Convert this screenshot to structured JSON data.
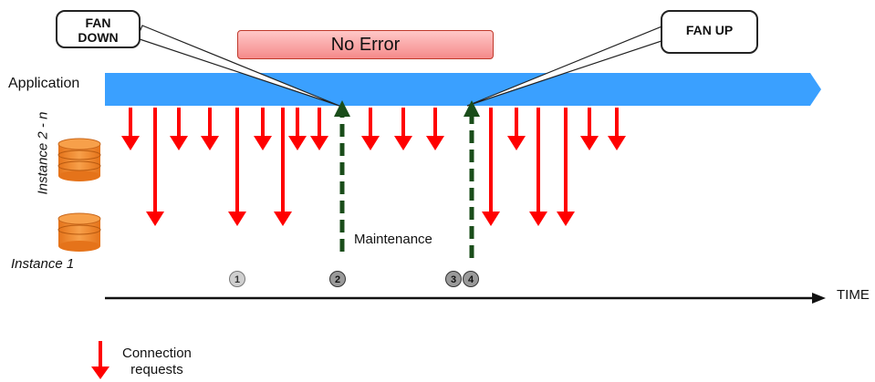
{
  "callouts": {
    "fan_down": "FAN\nDOWN",
    "fan_up": "FAN UP"
  },
  "status_banner": "No Error",
  "application_label": "Application",
  "instances": {
    "group_label": "Instance 2 - n",
    "single_label": "Instance 1"
  },
  "maintenance_label": "Maintenance",
  "timeline": {
    "axis_label": "TIME",
    "markers": [
      {
        "label": "1",
        "style": "light"
      },
      {
        "label": "2",
        "style": "dark"
      },
      {
        "label": "3",
        "style": "dark"
      },
      {
        "label": "4",
        "style": "dark"
      }
    ]
  },
  "legend": {
    "connection_requests": "Connection\nrequests"
  },
  "colors": {
    "application_bar": "#3aa0ff",
    "request_arrow": "#ff0000",
    "maintenance_arrow": "#1a4d1a",
    "database": "#f08a2a"
  }
}
